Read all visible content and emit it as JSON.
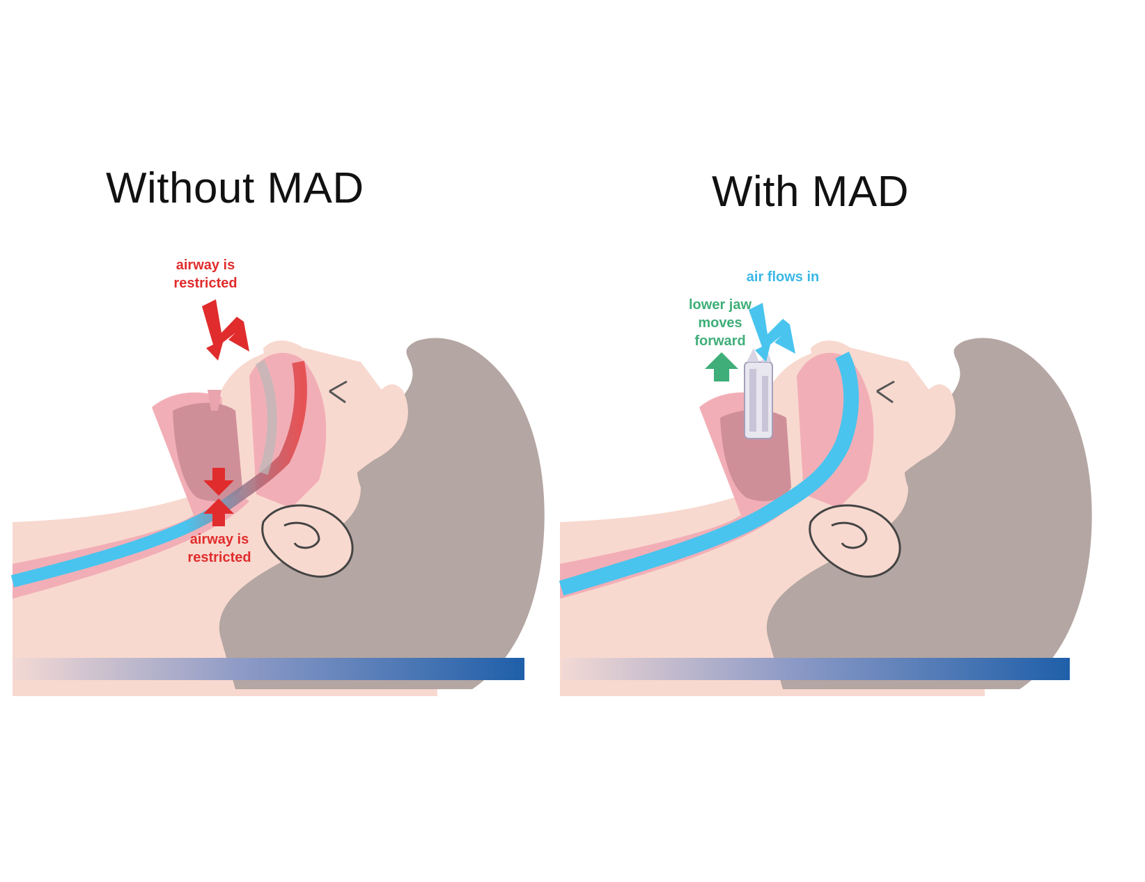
{
  "titles": {
    "left": "Without MAD",
    "right": "With MAD"
  },
  "left_panel": {
    "label_top": "airway is\nrestricted",
    "label_bottom": "airway is\nrestricted"
  },
  "right_panel": {
    "label_air": "air flows in",
    "label_jaw": "lower jaw\nmoves\nforward"
  },
  "colors": {
    "skin": "#f8d9cf",
    "tissue": "#f2aeb6",
    "throat": "#cf8f99",
    "hair": "#b4a6a2",
    "airway": "#49c4ee",
    "restricted": "#e02c2c",
    "jaw_arrow": "#3fae78",
    "pillow_dark": "#1f5fa9",
    "pillow_light": "#f3d9d4"
  }
}
